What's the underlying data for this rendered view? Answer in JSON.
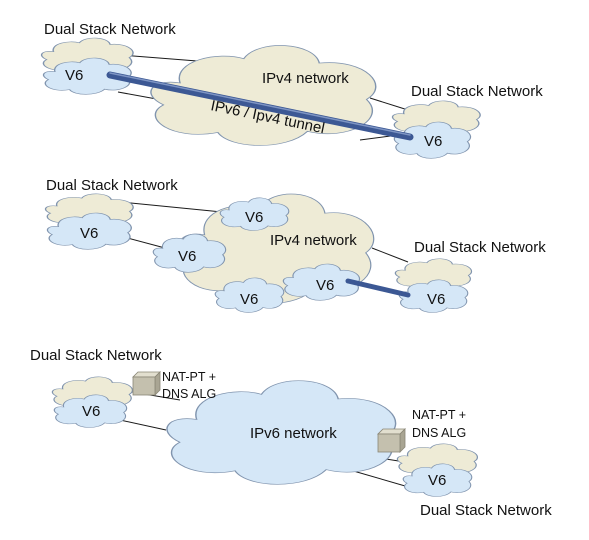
{
  "colors": {
    "ipv4_cloud_fill": "#EEEBD6",
    "v6_cloud_fill": "#D5E7F7",
    "ipv6_cloud_fill": "#D5E7F7",
    "dual_stack_back_cloud_fill": "#EEEBD6",
    "cloud_stroke": "#8094AE",
    "tunnel": "#3C5894",
    "link_line": "#1A1A1A",
    "router_box": "#C4C0AE"
  },
  "panel1": {
    "dual_stack_left": "Dual Stack Network",
    "dual_stack_right": "Dual Stack Network",
    "ipv4_network": "IPv4 network",
    "tunnel_label": "IPv6 / Ipv4 tunnel",
    "v6_left": "V6",
    "v6_right": "V6"
  },
  "panel2": {
    "dual_stack_left": "Dual Stack Network",
    "dual_stack_right": "Dual Stack Network",
    "ipv4_network": "IPv4 network",
    "v6_left": "V6",
    "v6_inner_top": "V6",
    "v6_inner_left": "V6",
    "v6_inner_bottom": "V6",
    "v6_inner_right": "V6",
    "v6_right": "V6"
  },
  "panel3": {
    "dual_stack_left": "Dual Stack Network",
    "dual_stack_right": "Dual Stack Network",
    "ipv6_network": "IPv6 network",
    "nat_left_line1": "NAT-PT +",
    "nat_left_line2": "DNS ALG",
    "nat_right_line1": "NAT-PT +",
    "nat_right_line2": "DNS ALG",
    "v6_left": "V6",
    "v6_right": "V6"
  }
}
